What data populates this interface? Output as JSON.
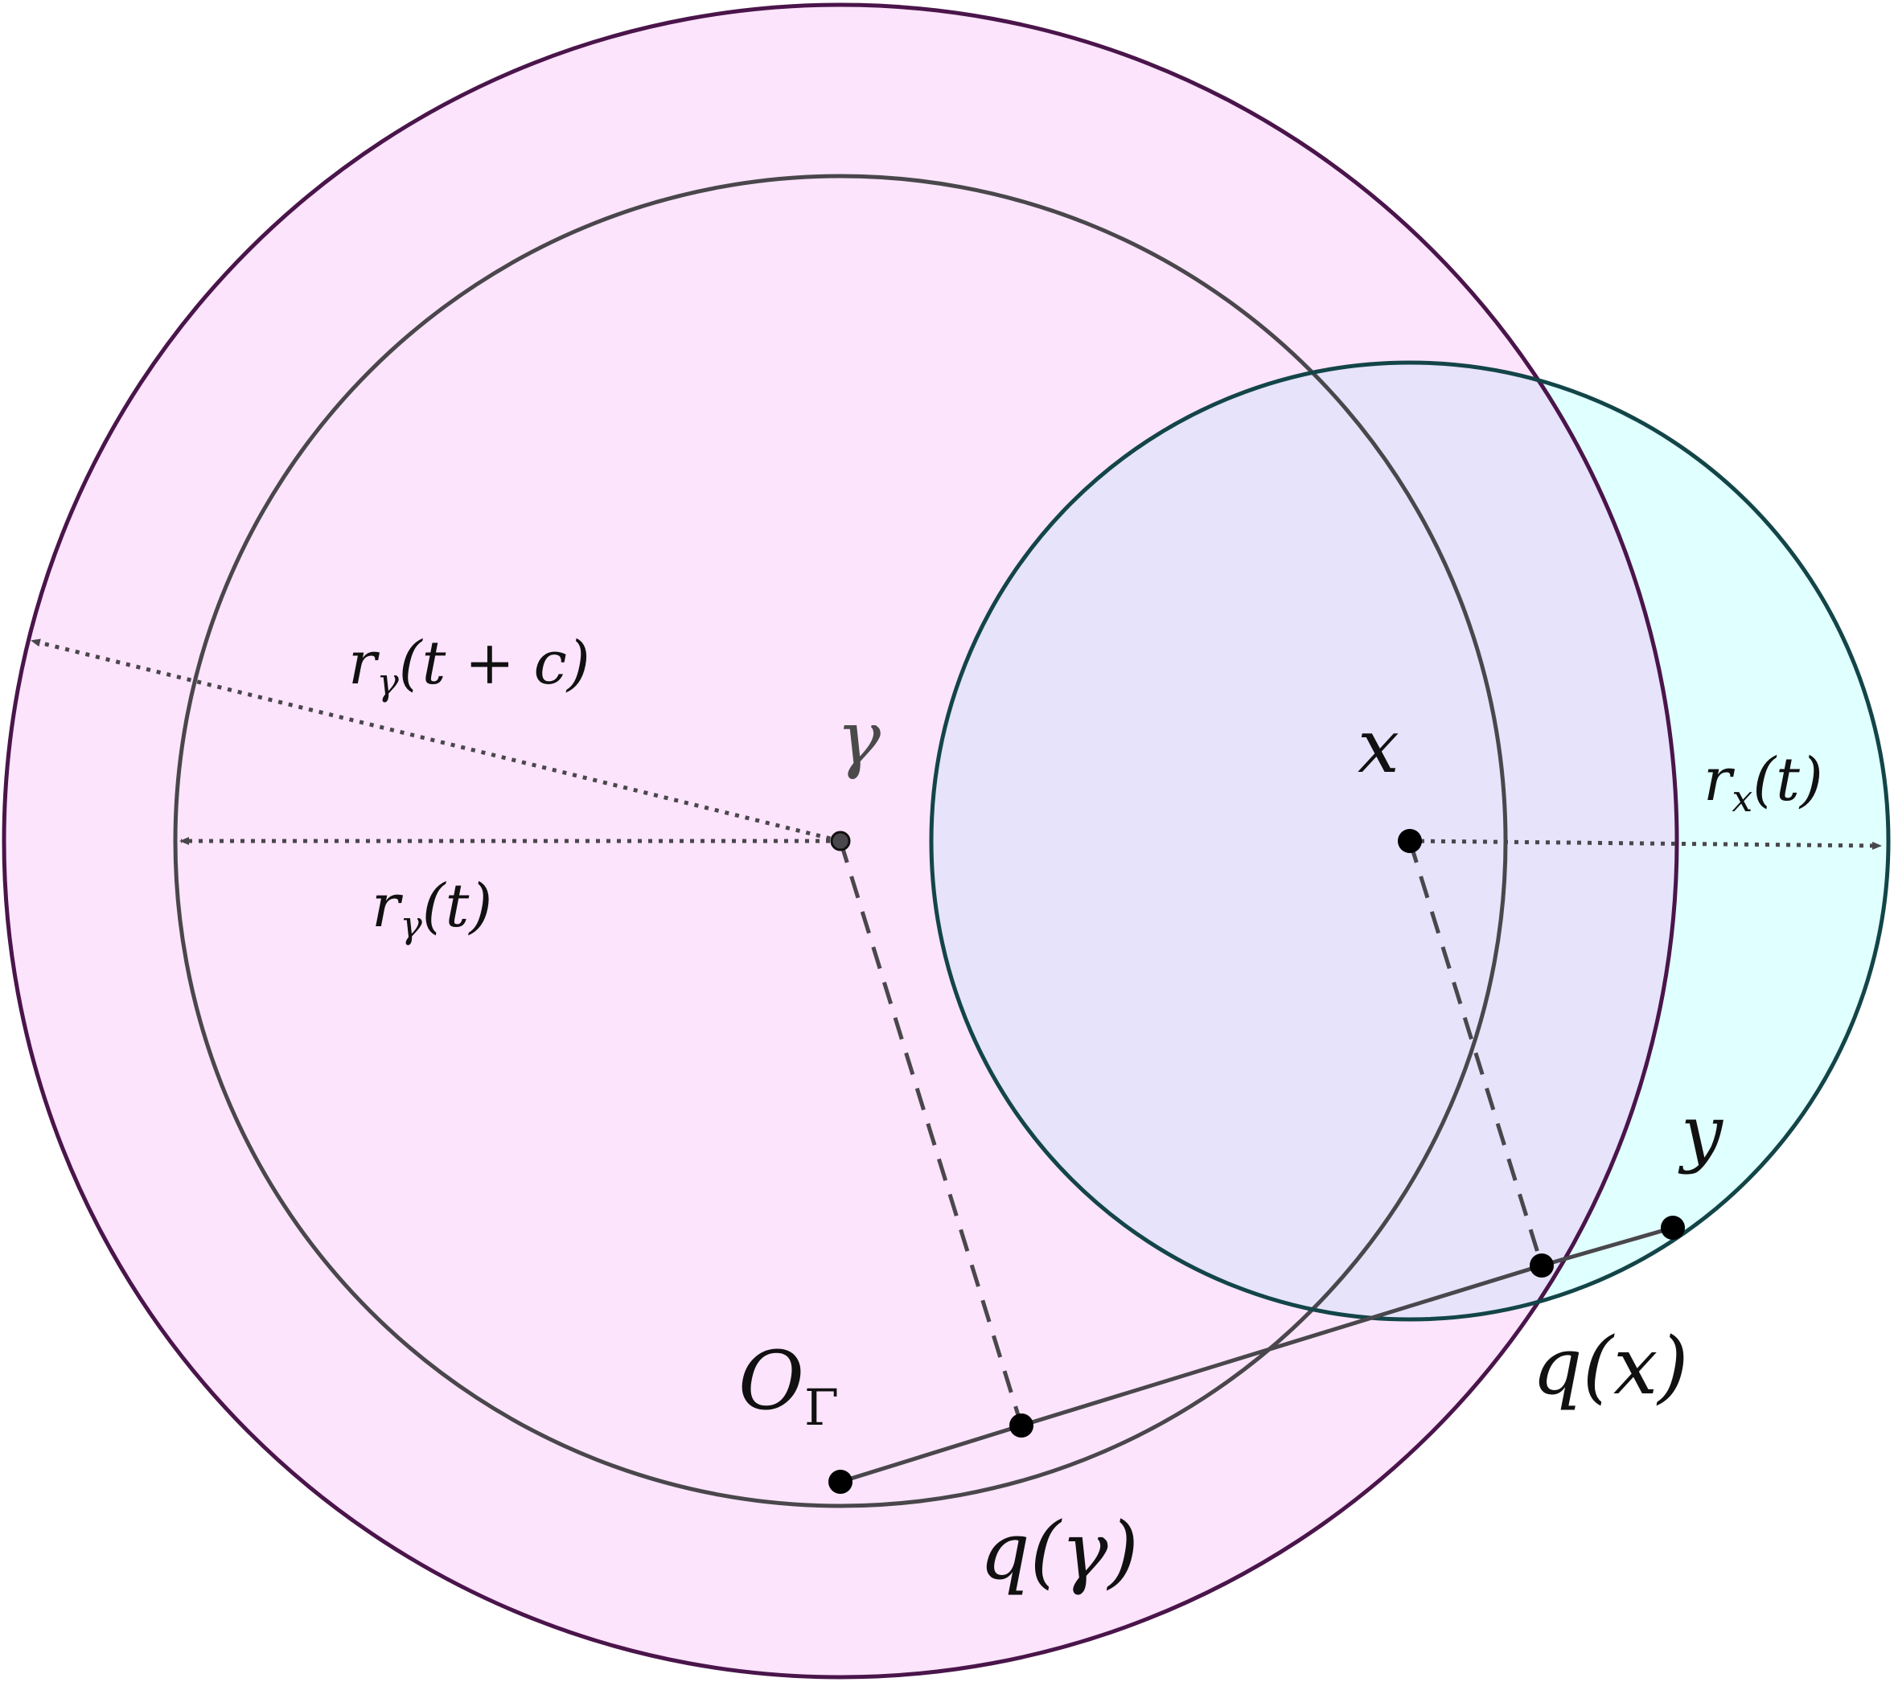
{
  "colors": {
    "outer_circle_fill": "#fce4fc",
    "outer_circle_stroke": "#4a154b",
    "inner_circle_stroke": "#4a474c",
    "x_circle_fill": "#e0ffff",
    "x_circle_stroke": "#134548",
    "overlap_fill": "#e6e3fb",
    "line": "#4a474c",
    "point": "#000000"
  },
  "labels": {
    "gamma": "γ",
    "x": "x",
    "y": "y",
    "origin_main": "O",
    "origin_sub": "Γ",
    "r_gamma_t_c_main": "r",
    "r_gamma_t_c_sub": "γ",
    "r_gamma_t_c_arg": "(t + c)",
    "r_gamma_t_main": "r",
    "r_gamma_t_sub": "γ",
    "r_gamma_t_arg": "(t)",
    "r_x_t_main": "r",
    "r_x_t_sub": "x",
    "r_x_t_arg": "(t)",
    "q_gamma": "q(γ)",
    "q_x": "q(x)"
  }
}
